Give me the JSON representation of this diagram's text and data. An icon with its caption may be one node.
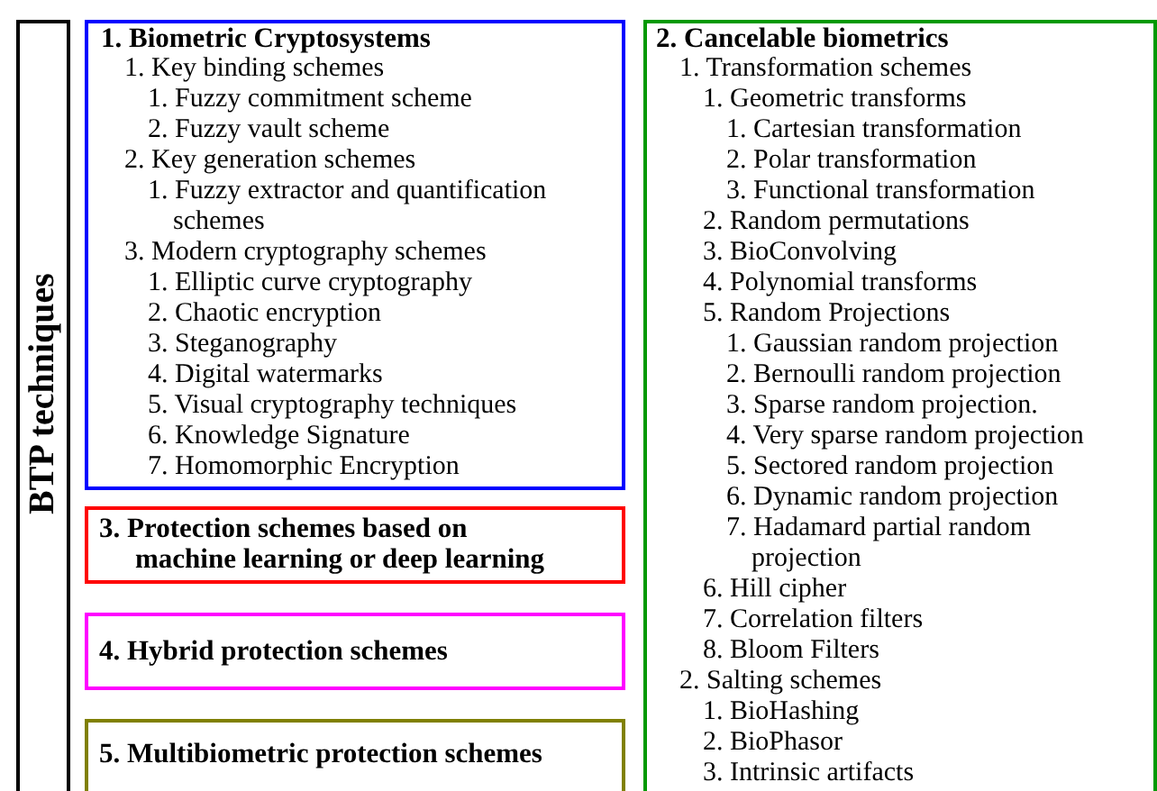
{
  "diagram": {
    "nodes": [
      {
        "text": [
          "BTP techniques"
        ]
      },
      {
        "text": [
          "1. Biometric Cryptosystems",
          "1. Key binding schemes",
          "1. Fuzzy commitment scheme",
          "2. Fuzzy vault scheme",
          "2. Key generation schemes",
          "1. Fuzzy extractor and quantification schemes",
          "3. Modern cryptography schemes",
          "1. Elliptic curve cryptography",
          "2. Chaotic encryption",
          "3. Steganography",
          "4. Digital watermarks",
          "5. Visual cryptography techniques",
          "6. Knowledge Signature",
          "7. Homomorphic Encryption"
        ]
      },
      {
        "text": [
          "2. Cancelable biometrics",
          "1. Transformation schemes",
          "1. Geometric transforms",
          "1. Cartesian transformation",
          "2. Polar transformation",
          "3. Functional transformation",
          "2. Random permutations",
          "3. BioConvolving",
          "4. Polynomial transforms",
          "5. Random Projections",
          "1. Gaussian random projection",
          "2. Bernoulli random projection",
          "3. Sparse random projection.",
          "4. Very sparse random projection",
          "5. Sectored random projection",
          "6. Dynamic random projection",
          "7. Hadamard partial random projection",
          "6. Hill cipher",
          "7. Correlation filters",
          "8. Bloom Filters",
          "2. Salting schemes",
          "1. BioHashing",
          "2. BioPhasor",
          "3. Intrinsic artifacts"
        ]
      },
      {
        "text": [
          "3. Protection schemes based on machine learning or deep learning"
        ]
      },
      {
        "text": [
          "4. Hybrid protection schemes"
        ]
      },
      {
        "text": [
          "5. Multibiometric protection schemes"
        ]
      }
    ]
  }
}
